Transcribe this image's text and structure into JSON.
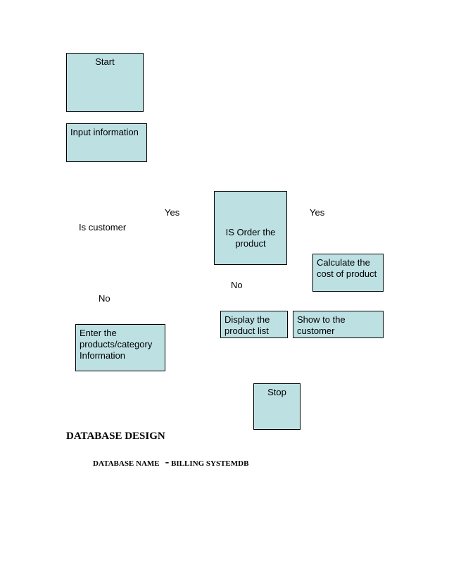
{
  "flowchart": {
    "start": "Start",
    "input_information": "Input information",
    "is_order_line1": "IS Order the",
    "is_order_line2": "product",
    "calculate_line1": "Calculate the",
    "calculate_line2": "cost of product",
    "display_line1": "Display the",
    "display_line2": "product list",
    "show_line1": "Show to the",
    "show_line2": "customer",
    "enter_line1": "Enter the",
    "enter_line2": "products/category",
    "enter_line3": "Information",
    "stop": "Stop",
    "yes_left": "Yes",
    "yes_right": "Yes",
    "is_customer": "Is customer",
    "no_middle": "No",
    "no_left": "No"
  },
  "database": {
    "heading": "DATABASE DESIGN",
    "name_label": "DATABASE NAME",
    "dash": "-",
    "name_value": "BILLING SYSTEMDB"
  },
  "colors": {
    "box_fill": "#bde0e3",
    "box_border": "#000000"
  }
}
